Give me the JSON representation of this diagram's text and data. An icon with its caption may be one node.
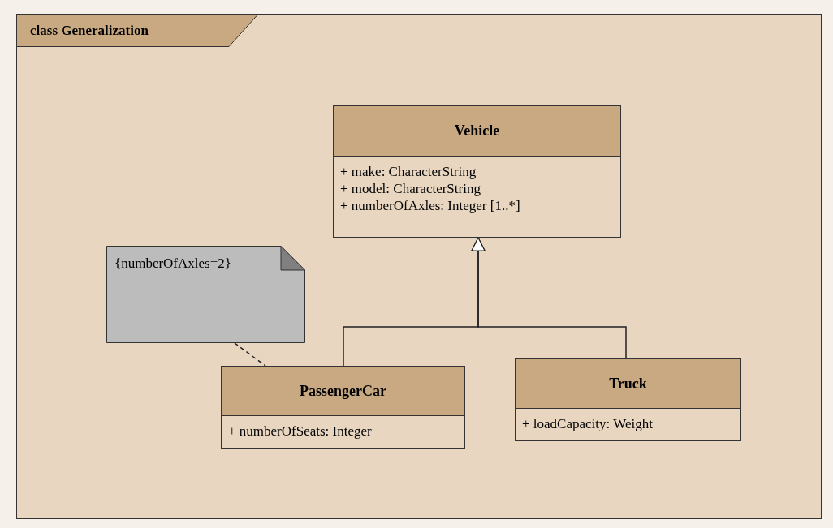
{
  "diagram": {
    "nodes": [
      {
        "text": [
          "class Generalization"
        ]
      },
      {
        "text": [
          "Vehicle",
          "+ make: CharacterString",
          "+ model: CharacterString",
          "+ numberOfAxles: Integer [1..*]"
        ],
        "in": 0
      },
      {
        "text": [
          "{numberOfAxles=2}"
        ],
        "in": 0
      },
      {
        "text": [
          "PassengerCar",
          "+ numberOfSeats: Integer"
        ],
        "in": 0
      },
      {
        "text": [
          "Truck",
          "+ loadCapacity: Weight"
        ],
        "in": 0
      }
    ],
    "edges": [
      {
        "from": 3,
        "to": 1,
        "arrow": "to"
      },
      {
        "from": 4,
        "to": 1,
        "arrow": "to"
      },
      {
        "from": 2,
        "to": 3,
        "arrow": "none",
        "style": "dashed"
      }
    ]
  }
}
